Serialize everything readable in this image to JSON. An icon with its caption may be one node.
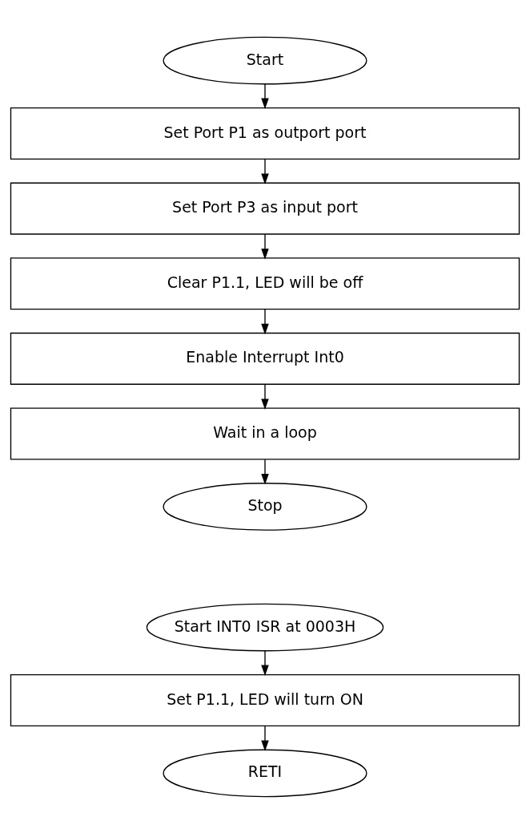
{
  "diagram": {
    "nodes": [
      {
        "text": [
          "Start"
        ]
      },
      {
        "text": [
          "Set Port P1 as outport port"
        ]
      },
      {
        "text": [
          "Set Port P3 as input port"
        ]
      },
      {
        "text": [
          "Clear P1.1, LED will be off"
        ]
      },
      {
        "text": [
          "Enable Interrupt Int0"
        ]
      },
      {
        "text": [
          "Wait in a loop"
        ]
      },
      {
        "text": [
          "Stop"
        ]
      },
      {
        "text": [
          "Start INT0 ISR at 0003H"
        ]
      },
      {
        "text": [
          "Set P1.1, LED will turn ON"
        ]
      },
      {
        "text": [
          "RETI"
        ]
      }
    ],
    "edges": [
      {
        "from": 0,
        "to": 1,
        "arrow": "to"
      },
      {
        "from": 1,
        "to": 2,
        "arrow": "to"
      },
      {
        "from": 2,
        "to": 3,
        "arrow": "to"
      },
      {
        "from": 3,
        "to": 4,
        "arrow": "to"
      },
      {
        "from": 4,
        "to": 5,
        "arrow": "to"
      },
      {
        "from": 5,
        "to": 6,
        "arrow": "to"
      },
      {
        "from": 7,
        "to": 8,
        "arrow": "to"
      },
      {
        "from": 8,
        "to": 9,
        "arrow": "to"
      }
    ]
  }
}
